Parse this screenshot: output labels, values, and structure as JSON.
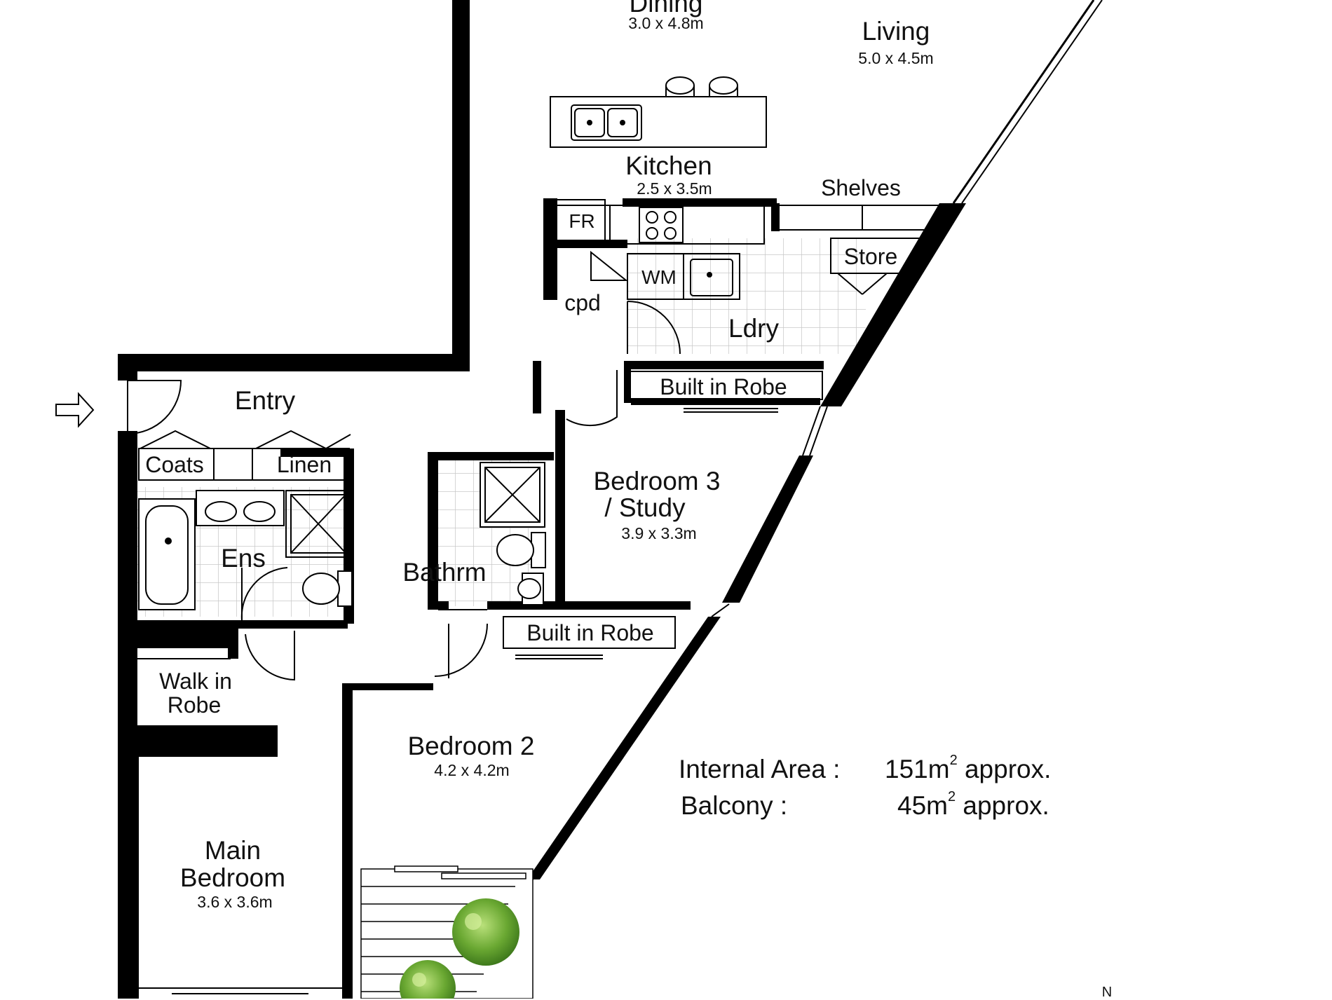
{
  "rooms": {
    "dining": {
      "name": "Dining",
      "dims": "3.0 x 4.8m"
    },
    "living": {
      "name": "Living",
      "dims": "5.0 x 4.5m"
    },
    "kitchen": {
      "name": "Kitchen",
      "dims": "2.5 x 3.5m"
    },
    "laundry": {
      "name": "Ldry"
    },
    "entry": {
      "name": "Entry"
    },
    "ensuite": {
      "name": "Ens"
    },
    "bathroom": {
      "name": "Bathrm"
    },
    "bedroom3": {
      "name_line1": "Bedroom 3",
      "name_line2": "/ Study",
      "dims": "3.9 x 3.3m"
    },
    "bedroom2": {
      "name": "Bedroom 2",
      "dims": "4.2 x 4.2m"
    },
    "main_bedroom": {
      "name_line1": "Main",
      "name_line2": "Bedroom",
      "dims": "3.6 x 3.6m"
    },
    "walk_in_robe": {
      "line1": "Walk in",
      "line2": "Robe"
    }
  },
  "fixtures": {
    "fridge": "FR",
    "washing_machine": "WM",
    "shelves": "Shelves",
    "store": "Store",
    "cupboard": "cpd",
    "coats": "Coats",
    "linen": "Linen",
    "built_in_robe_1": "Built in Robe",
    "built_in_robe_2": "Built in Robe"
  },
  "areas": {
    "internal_label": "Internal Area :",
    "internal_value": "151m",
    "internal_suffix": "approx.",
    "balcony_label": "Balcony :",
    "balcony_value": "45m",
    "balcony_suffix": "approx.",
    "unit_sup": "2"
  },
  "compass": {
    "north": "N"
  },
  "icons": [
    "entry-arrow-icon",
    "tree-icon",
    "sink-icon",
    "cooktop-icon",
    "toilet-icon",
    "bath-icon",
    "shower-icon",
    "bar-stool-icon"
  ],
  "colors": {
    "wall": "#000000",
    "tile": "#d8d8d8",
    "tree": "#6aa832",
    "background": "#ffffff"
  }
}
